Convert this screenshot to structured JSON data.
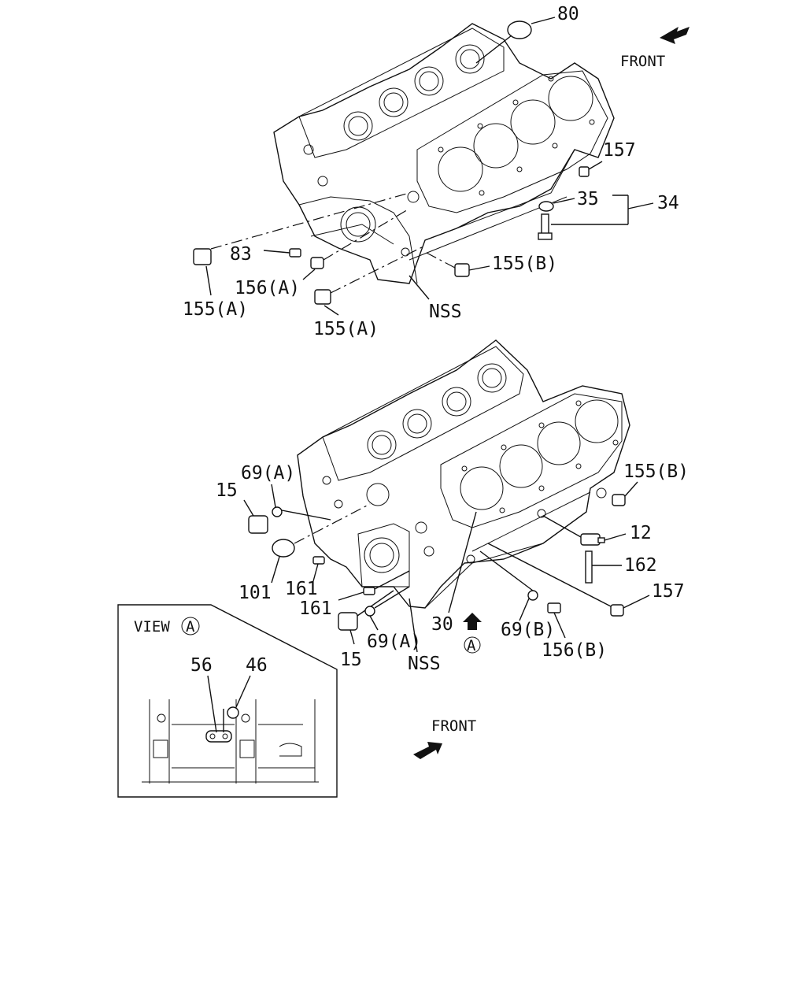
{
  "top_view": {
    "front_label": "FRONT",
    "callouts": {
      "c80": "80",
      "c157": "157",
      "c35": "35",
      "c34": "34",
      "c83": "83",
      "c155b": "155(B)",
      "c156a": "156(A)",
      "c155a_1": "155(A)",
      "c155a_2": "155(A)",
      "nss": "NSS"
    }
  },
  "bottom_view": {
    "front_label": "FRONT",
    "callouts": {
      "c69a_top": "69(A)",
      "c15_top": "15",
      "c155b": "155(B)",
      "c12": "12",
      "c162": "162",
      "c157": "157",
      "c101": "101",
      "c161_1": "161",
      "c161_2": "161",
      "c69a_bot": "69(A)",
      "c15_bot": "15",
      "c30": "30",
      "c69b": "69(B)",
      "c156b": "156(B)",
      "nss": "NSS",
      "view_marker": "A"
    }
  },
  "inset": {
    "view_label": "VIEW",
    "view_letter": "A",
    "callouts": {
      "c56": "56",
      "c46": "46"
    }
  }
}
